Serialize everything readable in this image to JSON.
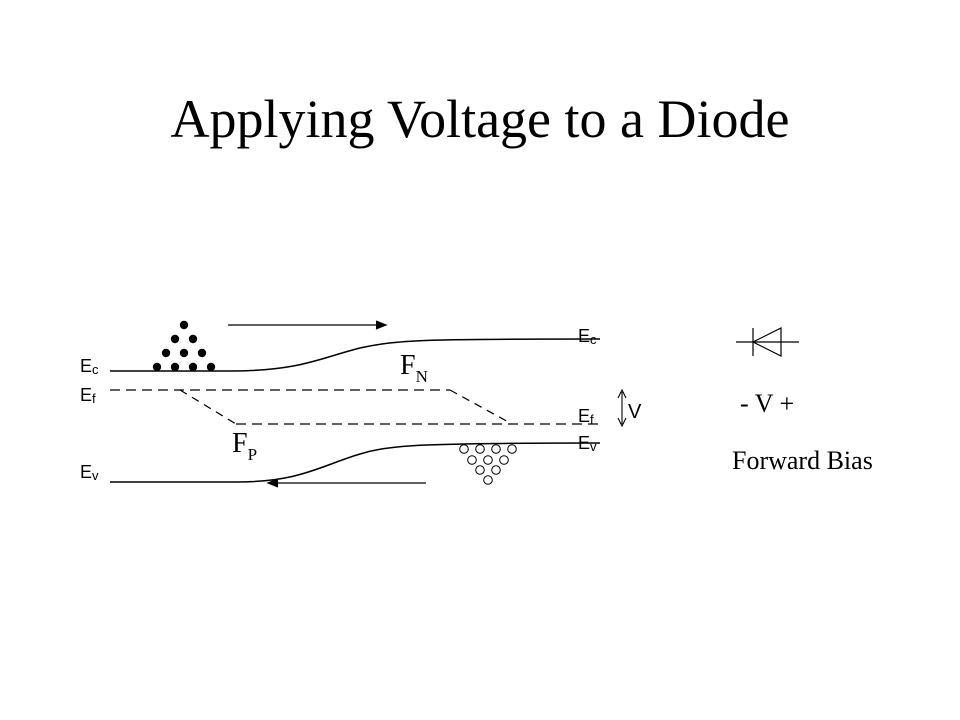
{
  "title": "Applying Voltage to a Diode",
  "band_labels": {
    "ec_left": {
      "main": "E",
      "sub": "c"
    },
    "ef_left": {
      "main": "E",
      "sub": "f"
    },
    "ev_left": {
      "main": "E",
      "sub": "v"
    },
    "ec_right": {
      "main": "E",
      "sub": "c"
    },
    "ef_right": {
      "main": "E",
      "sub": "f"
    },
    "ev_right": {
      "main": "E",
      "sub": "v"
    }
  },
  "quasi_fermi": {
    "fn": {
      "main": "F",
      "sub": "N"
    },
    "fp": {
      "main": "F",
      "sub": "P"
    }
  },
  "voltage_marker": "V",
  "polarity_text": "- V +",
  "bias_label": "Forward Bias",
  "colors": {
    "ink": "#000000",
    "background": "#ffffff"
  }
}
